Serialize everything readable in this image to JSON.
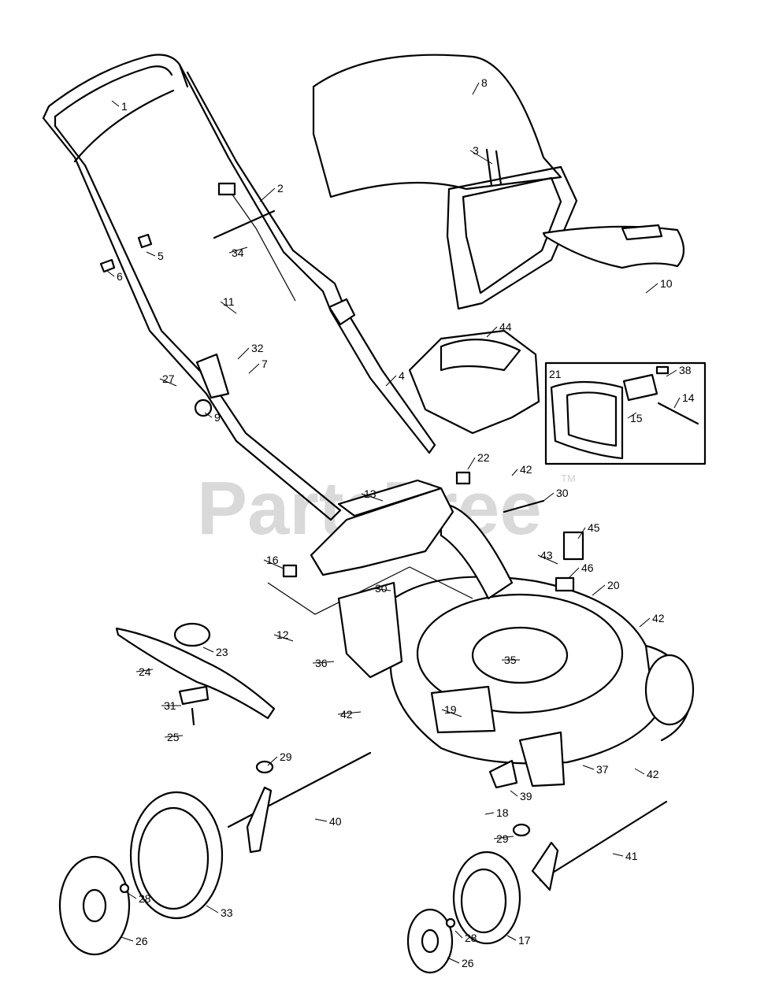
{
  "watermark": {
    "text": "PartsTree",
    "tm": "TM"
  },
  "callouts": [
    {
      "id": "c1",
      "text": "1"
    },
    {
      "id": "c2",
      "text": "2"
    },
    {
      "id": "c3",
      "text": "3"
    },
    {
      "id": "c4",
      "text": "4"
    },
    {
      "id": "c5",
      "text": "5"
    },
    {
      "id": "c6",
      "text": "6"
    },
    {
      "id": "c7",
      "text": "7"
    },
    {
      "id": "c8",
      "text": "8"
    },
    {
      "id": "c9",
      "text": "9"
    },
    {
      "id": "c10",
      "text": "10"
    },
    {
      "id": "c11",
      "text": "11"
    },
    {
      "id": "c12",
      "text": "12"
    },
    {
      "id": "c13",
      "text": "13"
    },
    {
      "id": "c14",
      "text": "14"
    },
    {
      "id": "c15",
      "text": "15"
    },
    {
      "id": "c16",
      "text": "16"
    },
    {
      "id": "c17",
      "text": "17"
    },
    {
      "id": "c18",
      "text": "18"
    },
    {
      "id": "c19",
      "text": "19"
    },
    {
      "id": "c20",
      "text": "20"
    },
    {
      "id": "c21",
      "text": "21"
    },
    {
      "id": "c22",
      "text": "22"
    },
    {
      "id": "c23",
      "text": "23"
    },
    {
      "id": "c24",
      "text": "24"
    },
    {
      "id": "c25",
      "text": "25"
    },
    {
      "id": "c26a",
      "text": "26"
    },
    {
      "id": "c26b",
      "text": "26"
    },
    {
      "id": "c27",
      "text": "27"
    },
    {
      "id": "c28a",
      "text": "28"
    },
    {
      "id": "c28b",
      "text": "28"
    },
    {
      "id": "c29a",
      "text": "29"
    },
    {
      "id": "c29b",
      "text": "29"
    },
    {
      "id": "c30a",
      "text": "30"
    },
    {
      "id": "c30b",
      "text": "30"
    },
    {
      "id": "c31",
      "text": "31"
    },
    {
      "id": "c32",
      "text": "32"
    },
    {
      "id": "c33",
      "text": "33"
    },
    {
      "id": "c34",
      "text": "34"
    },
    {
      "id": "c35",
      "text": "35"
    },
    {
      "id": "c36",
      "text": "36"
    },
    {
      "id": "c37",
      "text": "37"
    },
    {
      "id": "c38",
      "text": "38"
    },
    {
      "id": "c39",
      "text": "39"
    },
    {
      "id": "c40",
      "text": "40"
    },
    {
      "id": "c41",
      "text": "41"
    },
    {
      "id": "c42a",
      "text": "42"
    },
    {
      "id": "c42b",
      "text": "42"
    },
    {
      "id": "c42c",
      "text": "42"
    },
    {
      "id": "c42d",
      "text": "42"
    },
    {
      "id": "c43",
      "text": "43"
    },
    {
      "id": "c44",
      "text": "44"
    },
    {
      "id": "c45",
      "text": "45"
    },
    {
      "id": "c46",
      "text": "46"
    }
  ]
}
